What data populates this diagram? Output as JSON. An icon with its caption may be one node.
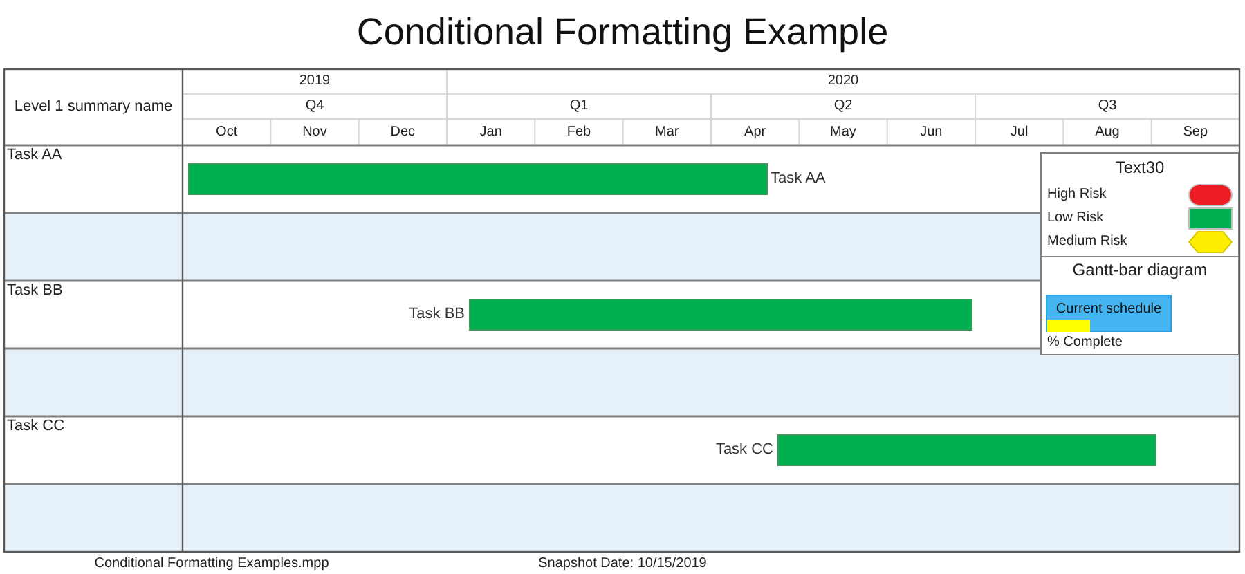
{
  "diagram": {
    "title": "Conditional Formatting Example",
    "nodes": [
      {
        "text": [],
        "shape": "bar",
        "beside": [
          "Task AA"
        ]
      },
      {
        "text": [],
        "shape": "bar",
        "beside": [
          "Task BB"
        ]
      },
      {
        "text": [],
        "shape": "bar",
        "beside": [
          "Task CC"
        ]
      }
    ],
    "labels": [
      "2019",
      "2020",
      "Level 1 summary name",
      "Q4",
      "Q1",
      "Q2",
      "Q3",
      "Oct",
      "Nov",
      "Dec",
      "Jan",
      "Feb",
      "Mar",
      "Apr",
      "May",
      "Jun",
      "Jul",
      "Aug",
      "Sep",
      "Task AA",
      "Task BB",
      "Task CC",
      "Text30",
      "Gantt-bar diagram",
      "Conditional Formatting Examples.mpp",
      "Snapshot Date: 10/15/2019"
    ],
    "legend": [
      {
        "text": "High Risk",
        "color": "#ed1c24"
      },
      {
        "text": "Low Risk",
        "color": "#00b050"
      },
      {
        "text": "Medium Risk",
        "color": "#ffee00"
      },
      {
        "text": "Current schedule",
        "color": "#45b5f2"
      },
      {
        "text": "% Complete",
        "color": "#ffff00"
      }
    ]
  }
}
